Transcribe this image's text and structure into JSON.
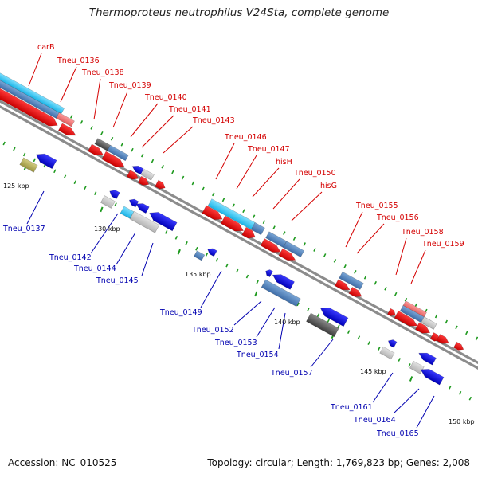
{
  "title": "Thermoproteus neutrophilus V24Sta, complete genome",
  "footer": {
    "accession": "Accession: NC_010525",
    "topology": "Topology: circular; Length: 1,769,823 bp; Genes: 2,008"
  },
  "colors": {
    "forward_label": "#d40000",
    "reverse_label": "#0000b0",
    "backbone": "#888888"
  },
  "kbp_labels": [
    "125 kbp",
    "130 kbp",
    "135 kbp",
    "140 kbp",
    "145 kbp",
    "150 kbp"
  ],
  "forward_gene_labels": [
    "carB",
    "Tneu_0136",
    "Tneu_0138",
    "Tneu_0139",
    "Tneu_0140",
    "Tneu_0141",
    "Tneu_0143",
    "Tneu_0146",
    "Tneu_0147",
    "hisH",
    "Tneu_0150",
    "hisG",
    "Tneu_0155",
    "Tneu_0156",
    "Tneu_0158",
    "Tneu_0159"
  ],
  "reverse_gene_labels": [
    "Tneu_0137",
    "Tneu_0142",
    "Tneu_0144",
    "Tneu_0145",
    "Tneu_0149",
    "Tneu_0152",
    "Tneu_0153",
    "Tneu_0154",
    "Tneu_0157",
    "Tneu_0161",
    "Tneu_0164",
    "Tneu_0165"
  ]
}
